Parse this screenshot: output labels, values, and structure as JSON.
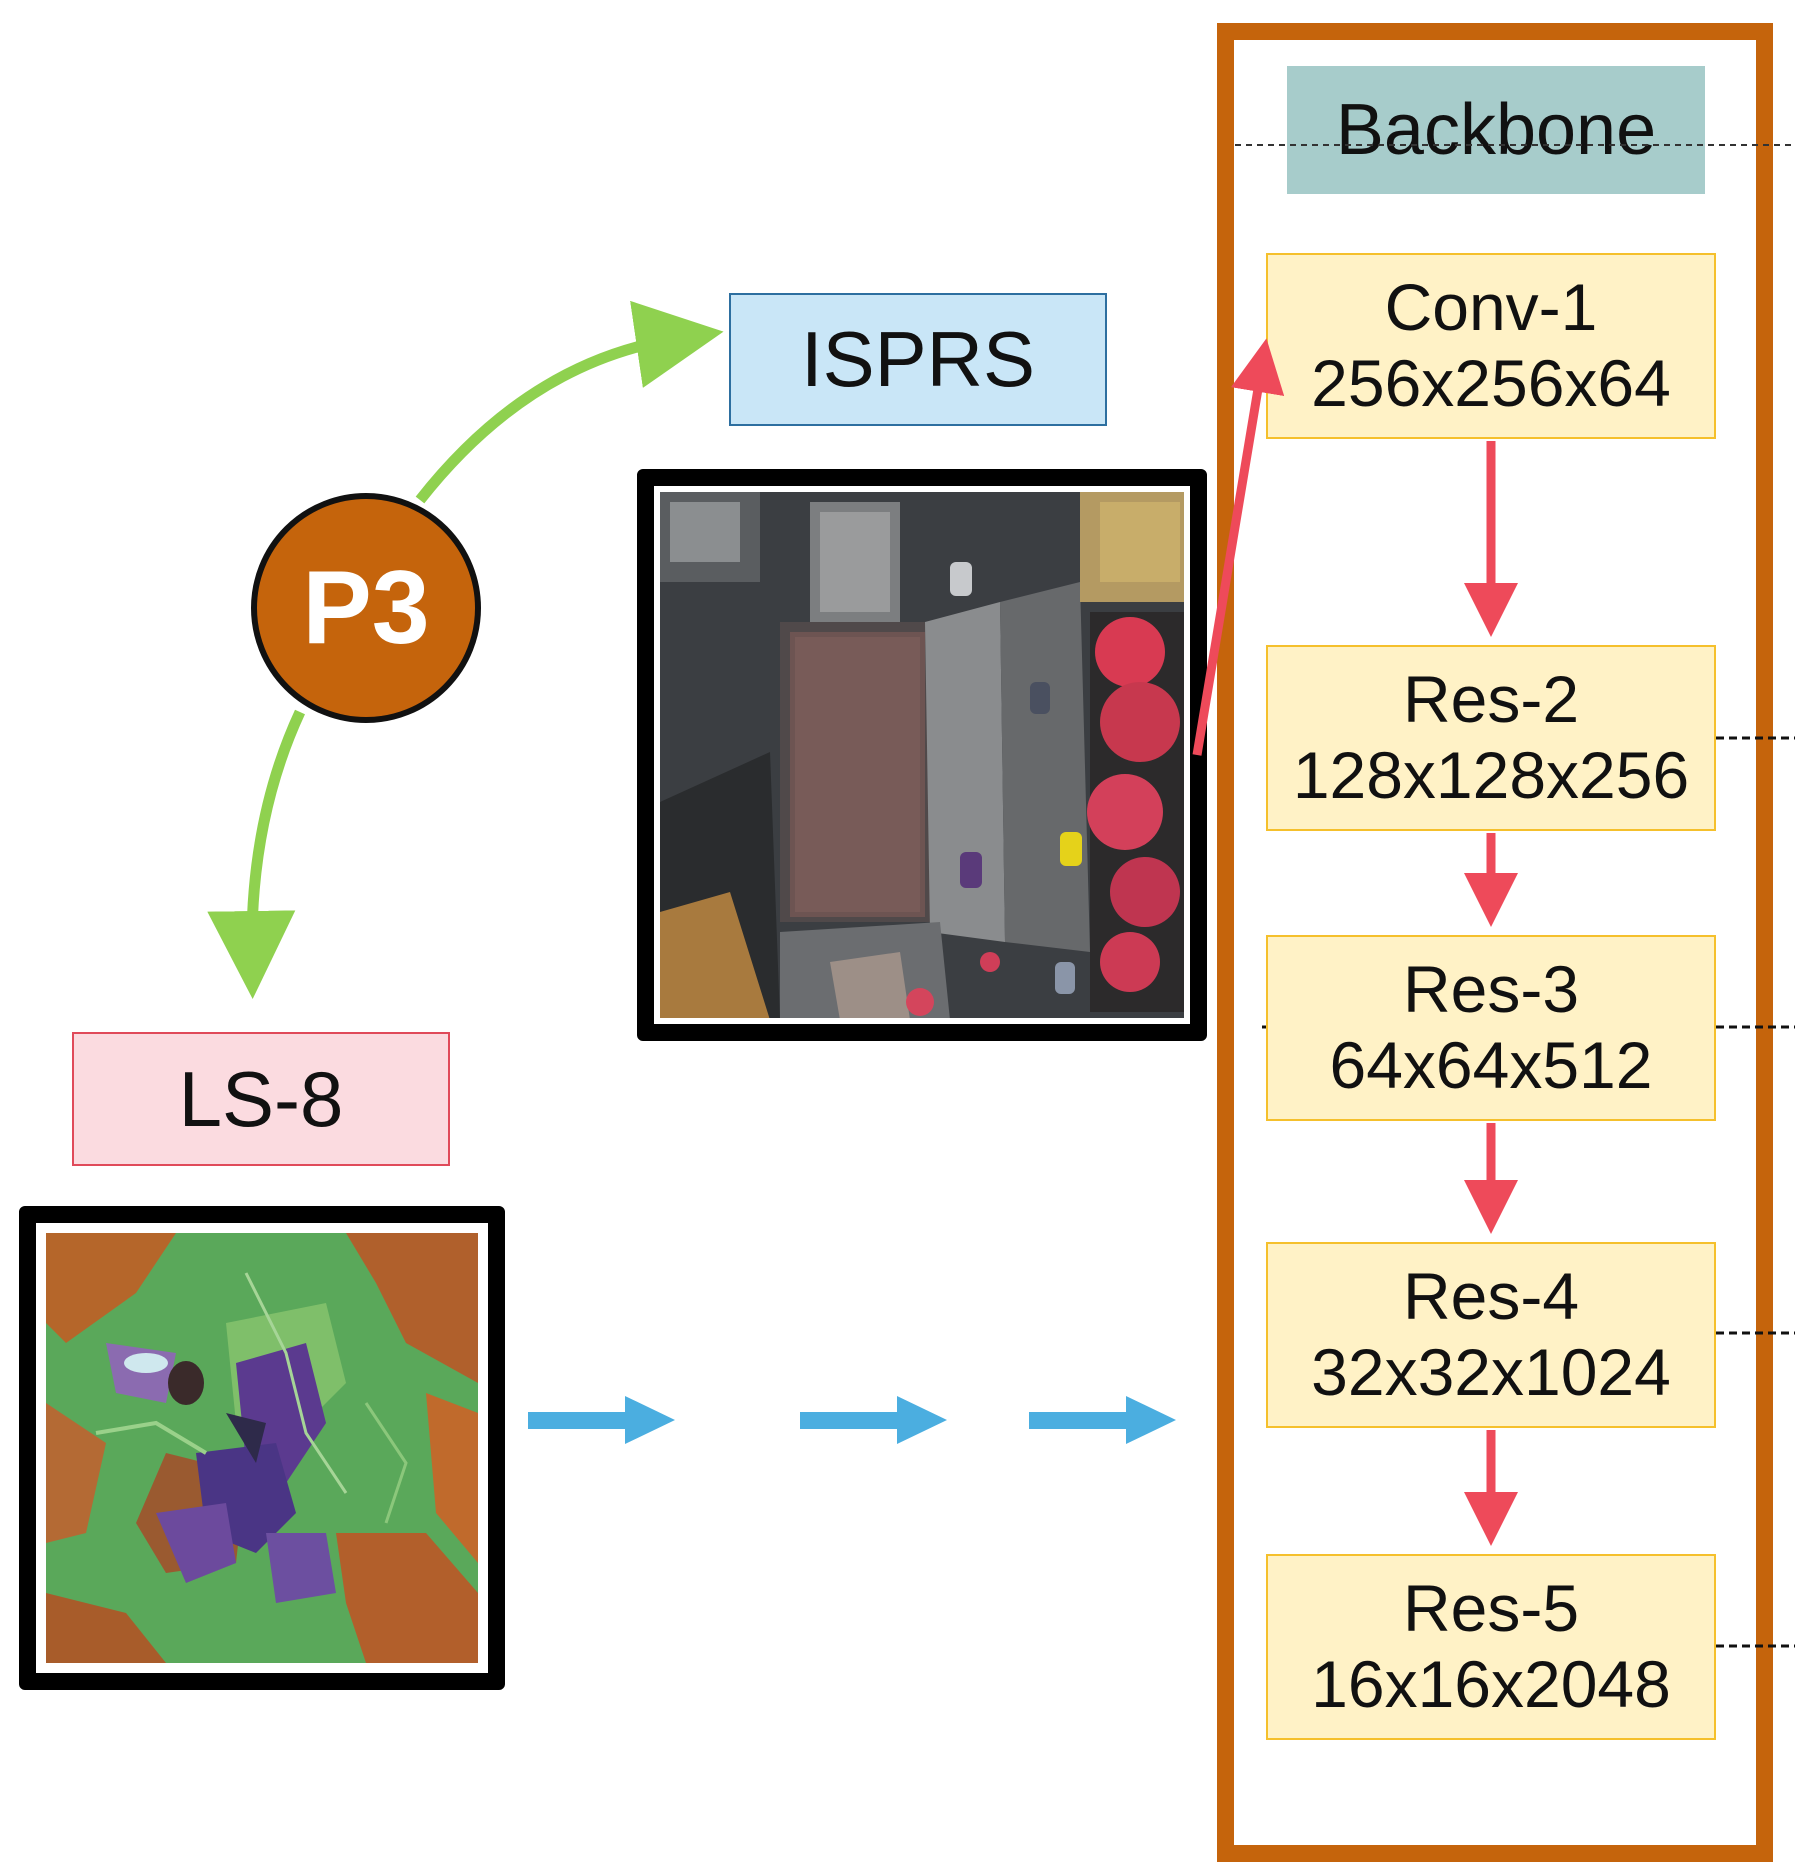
{
  "labels": {
    "isprs": "ISPRS",
    "ls8": "LS-8",
    "backbone": "Backbone",
    "p3": "P3"
  },
  "blocks": [
    {
      "name": "Conv-1",
      "dims": "256x256x64"
    },
    {
      "name": "Res-2",
      "dims": "128x128x256"
    },
    {
      "name": "Res-3",
      "dims": "64x64x512"
    },
    {
      "name": "Res-4",
      "dims": "32x32x1024"
    },
    {
      "name": "Res-5",
      "dims": "16x16x2048"
    }
  ],
  "colors": {
    "green_arrow": "#8fd14f",
    "red_arrow": "#ee4a5a",
    "blue_arrow": "#4baee0",
    "backbone_frame": "#c5640c",
    "block_fill": "#fff2c6",
    "block_border": "#f5c02c"
  }
}
